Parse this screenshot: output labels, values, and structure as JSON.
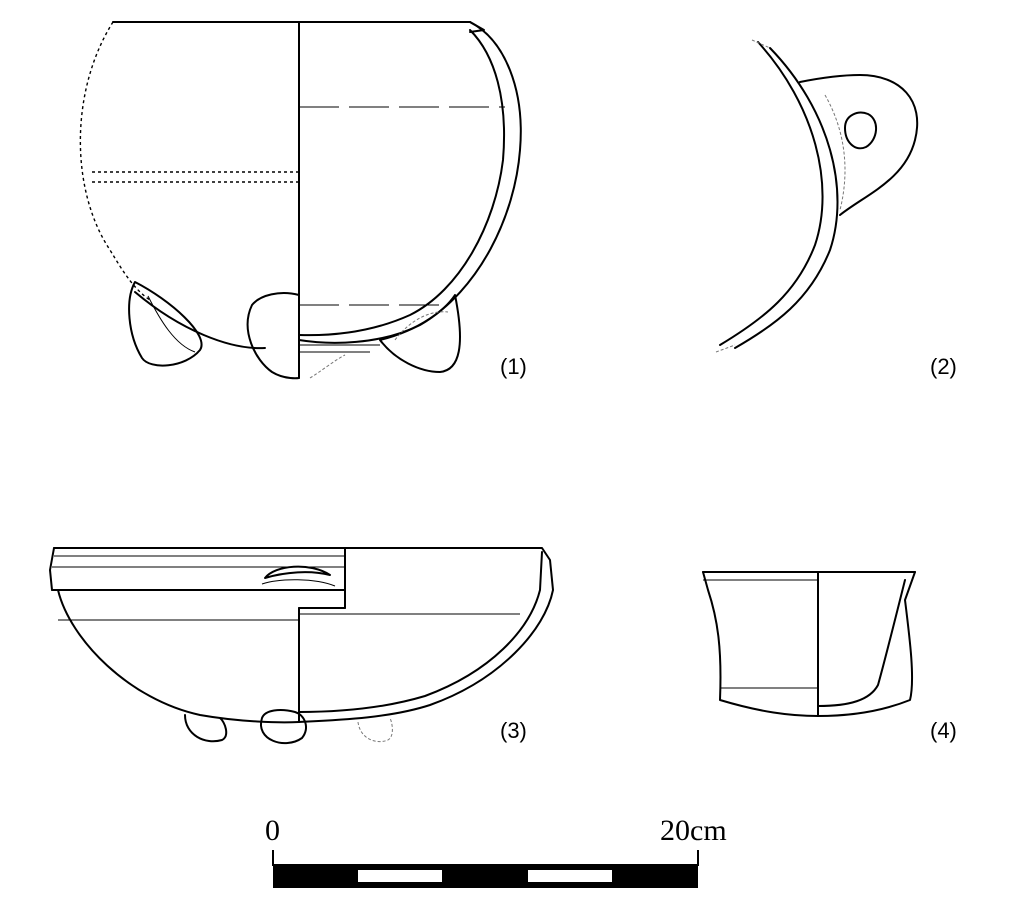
{
  "figures": [
    {
      "id": "1",
      "label": "(1)",
      "description_type": "tripod-jar"
    },
    {
      "id": "2",
      "label": "(2)",
      "description_type": "handle-fragment"
    },
    {
      "id": "3",
      "label": "(3)",
      "description_type": "footed-bowl"
    },
    {
      "id": "4",
      "label": "(4)",
      "description_type": "cup"
    }
  ],
  "scale_bar": {
    "start_label": "0",
    "end_label": "20cm",
    "segments": 5
  },
  "colors": {
    "ink": "#000000",
    "paper": "#ffffff"
  }
}
